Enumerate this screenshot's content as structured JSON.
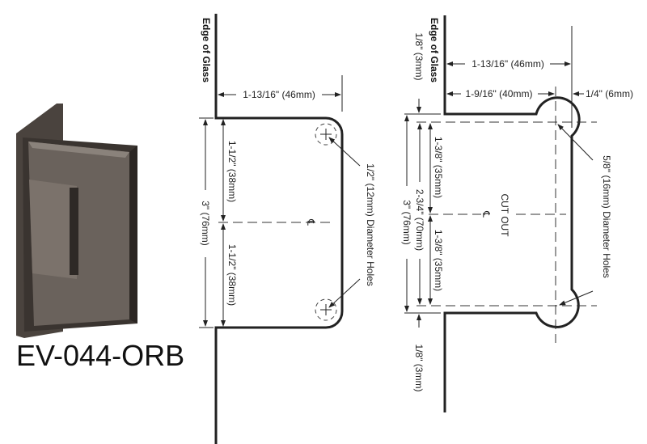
{
  "product": {
    "model": "EV-044-ORB",
    "finish_color": "#5e5650"
  },
  "diagram_left": {
    "edge_label": "Edge of Glass",
    "width_dim": "1-13/16\" (46mm)",
    "total_height_dim": "3\" (76mm)",
    "upper_half_dim": "1-1/2\" (38mm)",
    "lower_half_dim": "1-1/2\" (38mm)",
    "centerline_symbol": "℄",
    "holes_label": "1/2\" (12mm) Diameter Holes"
  },
  "diagram_right": {
    "edge_label": "Edge of Glass",
    "width_dim": "1-13/16\" (46mm)",
    "hole_center_dim": "1-9/16\" (40mm)",
    "offset_dim": "1/4\" (6mm)",
    "top_gap_dim": "1/8\" (3mm)",
    "bottom_gap_dim": "1/8\" (3mm)",
    "total_height_dim": "3\" (76mm)",
    "hole_spacing_dim": "2-3/4\" (70mm)",
    "upper_half_dim": "1-3/8\" (35mm)",
    "lower_half_dim": "1-3/8\" (35mm)",
    "cutout_label": "CUT OUT",
    "centerline_symbol": "℄",
    "holes_label": "5/8\" (16mm) Diameter Holes"
  }
}
